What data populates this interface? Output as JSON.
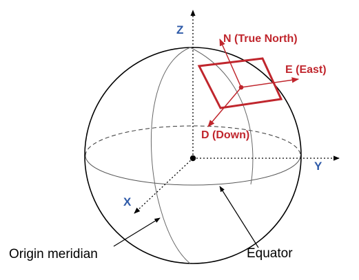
{
  "colors": {
    "axis_label": "#2e5aa8",
    "ned_frame": "#c0262d",
    "line": "#000000",
    "thin_line": "#666666"
  },
  "axes": {
    "z_label": "Z",
    "y_label": "Y",
    "x_label": "X"
  },
  "ned": {
    "north_label": "N (True North)",
    "east_label": "E (East)",
    "down_label": "D (Down)"
  },
  "captions": {
    "origin_meridian": "Origin meridian",
    "equator": "Equator"
  }
}
